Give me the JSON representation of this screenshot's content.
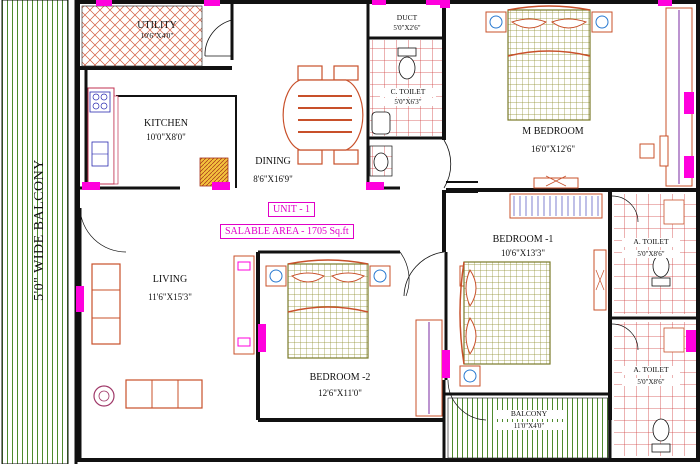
{
  "rooms": {
    "balcony_wide": {
      "name": "5'0\" WIDE BALCONY"
    },
    "utility": {
      "name": "UTILITY",
      "dim": "10'6\"X4'0\""
    },
    "kitchen": {
      "name": "KITCHEN",
      "dim": "10'0\"X8'0\""
    },
    "dining": {
      "name": "DINING",
      "dim": "8'6\"X16'9\""
    },
    "duct": {
      "name": "DUCT",
      "dim": "5'0\"X2'6\""
    },
    "c_toilet": {
      "name": "C. TOILET",
      "dim": "5'0\"X6'3\""
    },
    "m_bedroom": {
      "name": "M BEDROOM",
      "dim": "16'0\"X12'6\""
    },
    "bedroom1": {
      "name": "BEDROOM -1",
      "dim": "10'6\"X13'3\""
    },
    "a_toilet1": {
      "name": "A. TOILET",
      "dim": "5'0\"X8'6\""
    },
    "a_toilet2": {
      "name": "A. TOILET",
      "dim": "5'0\"X8'6\""
    },
    "living": {
      "name": "LIVING",
      "dim": "11'6\"X15'3\""
    },
    "bedroom2": {
      "name": "BEDROOM -2",
      "dim": "12'6\"X11'0\""
    },
    "balcony_small": {
      "name": "BALCONY",
      "dim": "11'0\"X4'0\""
    }
  },
  "unit": "UNIT - 1",
  "salable_area": "SALABLE AREA - 1705 Sq.ft",
  "colors": {
    "wall": "#111111",
    "door": "#ff00dd",
    "tile": "#d04040",
    "accent": "#e000c8",
    "furniture": "#c8502a",
    "bed": "#7a7a28"
  }
}
